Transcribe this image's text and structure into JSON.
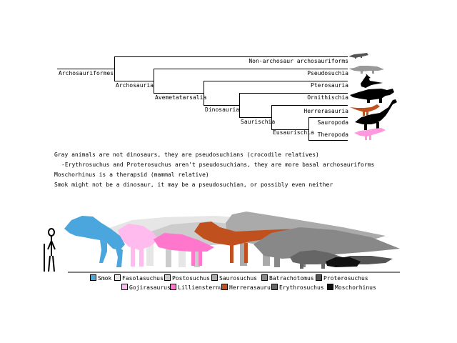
{
  "tree": {
    "clades": {
      "archosauriformes": "Archosauriformes",
      "archosauria": "Archosauria",
      "avemetatarsalia": "Avemetatarsalia",
      "dinosauria": "Dinosauria",
      "saurischia": "Saurischia",
      "eusaurischia": "Eusaurischia"
    },
    "tips": {
      "non_archosaur": "Non-archosaur archosauriforms",
      "pseudosuchia": "Pseudosuchia",
      "pterosauria": "Pterosauria",
      "ornithischia": "Ornithischia",
      "herrerasauria": "Herrerasauria",
      "sauropoda": "Sauropoda",
      "theropoda": "Theropoda"
    },
    "tip_colors": {
      "non_archosaur": "#555555",
      "pseudosuchia": "#999999",
      "pterosauria": "#000000",
      "ornithischia": "#000000",
      "herrerasauria": "#c0501e",
      "sauropoda": "#000000",
      "theropoda": "#ff99dd"
    }
  },
  "notes": [
    "Gray animals are not dinosaurs, they are pseudosuchians (crocodile relatives)",
    "-Erythrosuchus and Proterosuchus aren't pseudosuchians, they are more basal archosauriforms",
    "Moschorhinus is a therapsid (mammal relative)",
    "Smok might not be a dinosaur, it may be a pseudosuchian, or possibly even neither"
  ],
  "legend": {
    "row1": [
      {
        "name": "Smok",
        "color": "#4aa6dc"
      },
      {
        "name": "Fasolasuchus",
        "color": "#e6e6e6"
      },
      {
        "name": "Postosuchus",
        "color": "#cccccc"
      },
      {
        "name": "Saurosuchus",
        "color": "#aaaaaa"
      },
      {
        "name": "Batrachotomus",
        "color": "#888888"
      },
      {
        "name": "Proterosuchus",
        "color": "#555555"
      }
    ],
    "row2": [
      {
        "name": "Gojirasaurus",
        "color": "#ffbbee"
      },
      {
        "name": "Lilliensternus",
        "color": "#ff77cc"
      },
      {
        "name": "Herrerasaurus",
        "color": "#c0501e"
      },
      {
        "name": "Erythrosuchus",
        "color": "#666666"
      },
      {
        "name": "Moschorhinus",
        "color": "#111111"
      }
    ]
  },
  "colors": {
    "smok": "#4aa6dc",
    "fasolasuchus": "#e6e6e6",
    "postosuchus": "#cccccc",
    "saurosuchus": "#aaaaaa",
    "batrachotomus": "#888888",
    "proterosuchus": "#555555",
    "gojirasaurus": "#ffbbee",
    "lilliensternus": "#ff77cc",
    "herrerasaurus": "#c0501e",
    "erythrosuchus": "#666666",
    "moschorhinus": "#111111"
  }
}
